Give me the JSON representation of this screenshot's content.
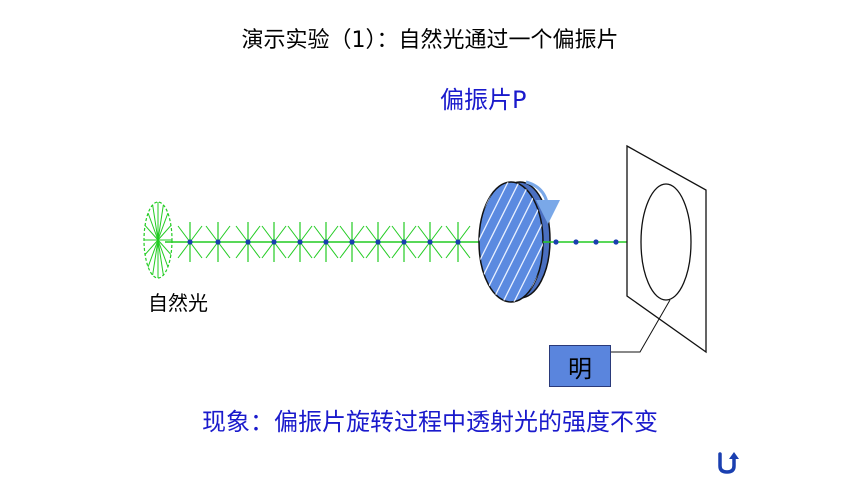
{
  "title": "演示实验（1）：自然光通过一个偏振片",
  "polarizer_label": "偏振片P",
  "source_label": "自然光",
  "result_label": "明",
  "phenomenon": "现象：偏振片旋转过程中透射光的强度不变",
  "icons": {
    "nav": "u-turn-icon"
  },
  "colors": {
    "ray": "#22cc22",
    "dot": "#1a3fb0",
    "polarizer": "#5b8ae0",
    "text_blue": "#1a1acc",
    "rotation_arrow": "#7aa8e8"
  }
}
